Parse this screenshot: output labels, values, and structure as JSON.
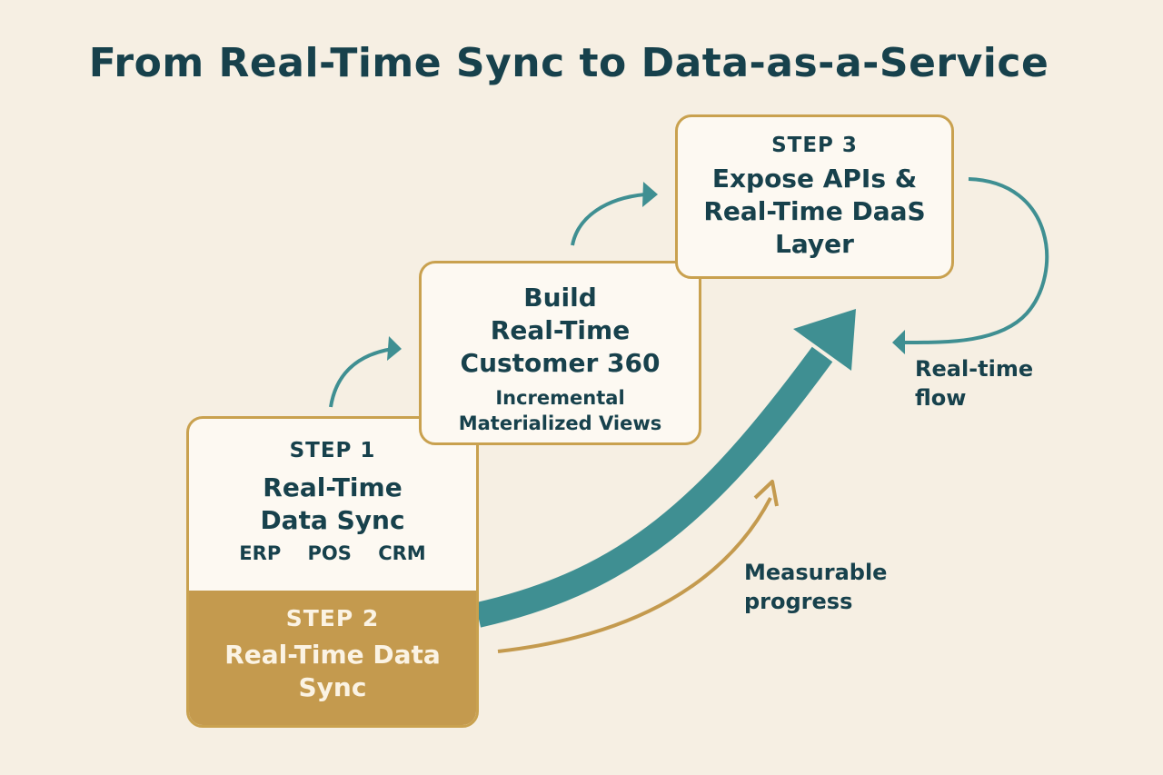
{
  "title": "From Real-Time Sync to Data-as-a-Service",
  "step1": {
    "label": "STEP 1",
    "title_line1": "Real-Time",
    "title_line2": "Data Sync",
    "sources": "ERP POS CRM"
  },
  "step2": {
    "label": "STEP 2",
    "title_line1": "Real-Time Data",
    "title_line2": "Sync"
  },
  "build": {
    "title_line1": "Build",
    "title_line2": "Real-Time",
    "title_line3": "Customer 360",
    "sub_line1": "Incremental",
    "sub_line2": "Materialized Views"
  },
  "step3": {
    "label": "STEP 3",
    "title_line1": "Expose APIs &",
    "title_line2": "Real-Time DaaS",
    "title_line3": "Layer"
  },
  "annotations": {
    "realtime_line1": "Real-time",
    "realtime_line2": "flow",
    "progress_line1": "Measurable",
    "progress_line2": "progress"
  },
  "colors": {
    "background": "#f6efe3",
    "navy": "#17414c",
    "teal": "#3f8f92",
    "gold": "#c49a4e"
  }
}
